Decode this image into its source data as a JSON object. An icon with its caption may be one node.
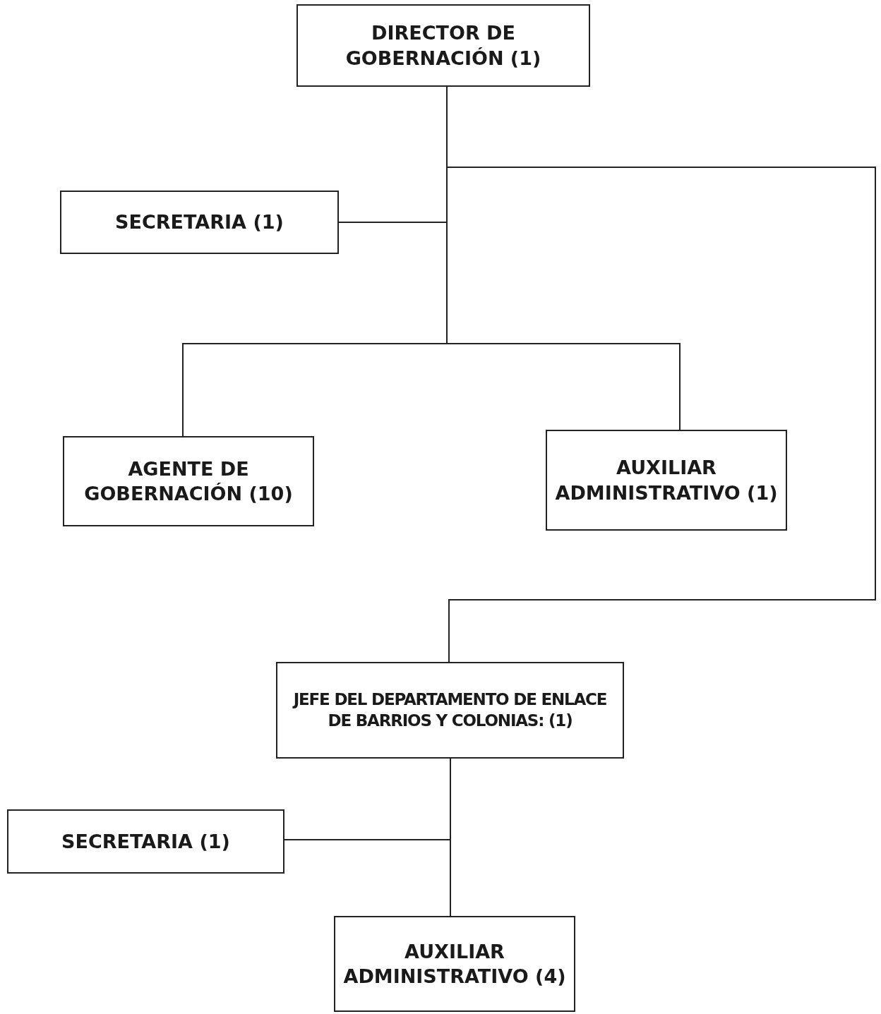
{
  "diagram": {
    "nodes": [
      {
        "text": [
          "DIRECTOR DE GOBERNACIÓN (1)"
        ]
      },
      {
        "text": [
          "SECRETARIA (1)"
        ]
      },
      {
        "text": [
          "AGENTE DE GOBERNACIÓN (10)"
        ]
      },
      {
        "text": [
          "AUXILIAR ADMINISTRATIVO (1)"
        ]
      },
      {
        "text": [
          "JEFE DEL DEPARTAMENTO DE ENLACE DE BARRIOS Y COLONIAS: (1)"
        ]
      },
      {
        "text": [
          "SECRETARIA (1)"
        ]
      },
      {
        "text": [
          "AUXILIAR ADMINISTRATIVO (4)"
        ]
      }
    ],
    "edges": [
      {
        "from": 0,
        "to": 1,
        "arrow": "none"
      },
      {
        "from": 0,
        "to": 2,
        "arrow": "none"
      },
      {
        "from": 0,
        "to": 3,
        "arrow": "none"
      },
      {
        "from": 0,
        "to": 4,
        "arrow": "none"
      },
      {
        "from": 4,
        "to": 5,
        "arrow": "none"
      },
      {
        "from": 4,
        "to": 6,
        "arrow": "none"
      }
    ]
  }
}
